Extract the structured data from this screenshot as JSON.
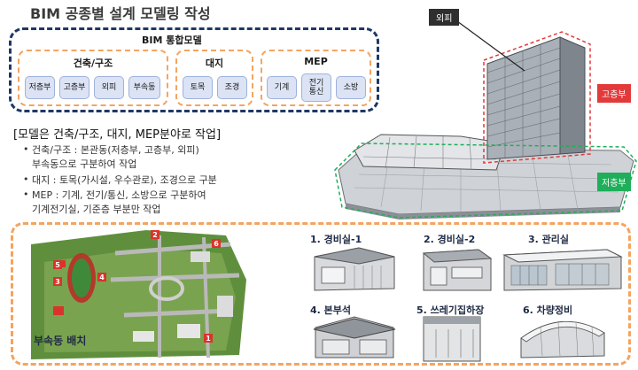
{
  "title": "BIM 공종별 설계 모델링 작성",
  "bim": {
    "label": "BIM 통합모델",
    "groups": [
      {
        "name": "건축/구조",
        "items": [
          "저층부",
          "고층부",
          "외피",
          "부속동"
        ]
      },
      {
        "name": "대지",
        "items": [
          "토목",
          "조경"
        ]
      },
      {
        "name": "MEP",
        "items": [
          "기계",
          "전기\n통신",
          "소방"
        ]
      }
    ]
  },
  "description": {
    "title": "[모델은 건축/구조, 대지, MEP분야로 작업]",
    "lines": [
      "건축/구조 : 본관동(저층부, 고층부, 외피)",
      "부속동으로 구분하여 작업",
      "대지 : 토목(가시설, 우수관로), 조경으로 구분",
      "MEP : 기계, 전기/통신, 소방으로 구분하여",
      "기계전기실, 기준층 부분만 작업"
    ],
    "bullet": "•"
  },
  "building": {
    "tag_skin": "외피",
    "tag_high": "고층부",
    "tag_low": "저층부"
  },
  "site": {
    "label": "부속동 배치",
    "markers": [
      "1",
      "2",
      "3",
      "4",
      "5",
      "6"
    ]
  },
  "facilities": [
    {
      "label": "1. 경비실-1"
    },
    {
      "label": "2. 경비실-2"
    },
    {
      "label": "3. 관리실"
    },
    {
      "label": "4. 본부석"
    },
    {
      "label": "5. 쓰레기집하장"
    },
    {
      "label": "6. 차량정비"
    }
  ],
  "colors": {
    "navy": "#1f3864",
    "orange": "#f4a460",
    "pill": "#dbe3f4",
    "red": "#e23a3a",
    "green": "#1fae5a"
  }
}
